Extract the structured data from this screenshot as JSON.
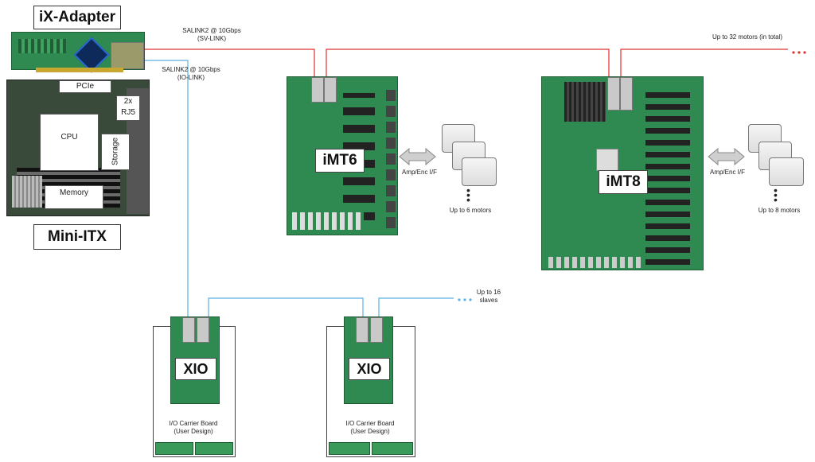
{
  "adapter": {
    "title": "iX-Adapter"
  },
  "miniitx": {
    "title": "Mini-ITX",
    "pcie": "PCIe",
    "rj45_line1": "2x",
    "rj45_line2": "RJ5",
    "cpu": "CPU",
    "storage": "Storage",
    "memory": "Memory"
  },
  "links": {
    "sv_line1": "SALINK2 @ 10Gbps",
    "sv_line2": "(SV-LINK)",
    "io_line1": "SALINK2 @ 10Gbps",
    "io_line2": "(IO-LINK)",
    "motors_total": "Up to 32 motors (in total)",
    "slaves_line1": "Up to 16",
    "slaves_line2": "slaves",
    "sv_color": "#e03030",
    "io_color": "#5ab0e0"
  },
  "imt6": {
    "label": "iMT6",
    "iface": "Amp/Enc I/F",
    "motors": "Up to 6 motors"
  },
  "imt8": {
    "label": "iMT8",
    "iface": "Amp/Enc I/F",
    "motors": "Up to 8 motors"
  },
  "xio1": {
    "label": "XIO",
    "carrier_line1": "I/O Carrier Board",
    "carrier_line2": "(User Design)"
  },
  "xio2": {
    "label": "XIO",
    "carrier_line1": "I/O Carrier Board",
    "carrier_line2": "(User Design)"
  }
}
